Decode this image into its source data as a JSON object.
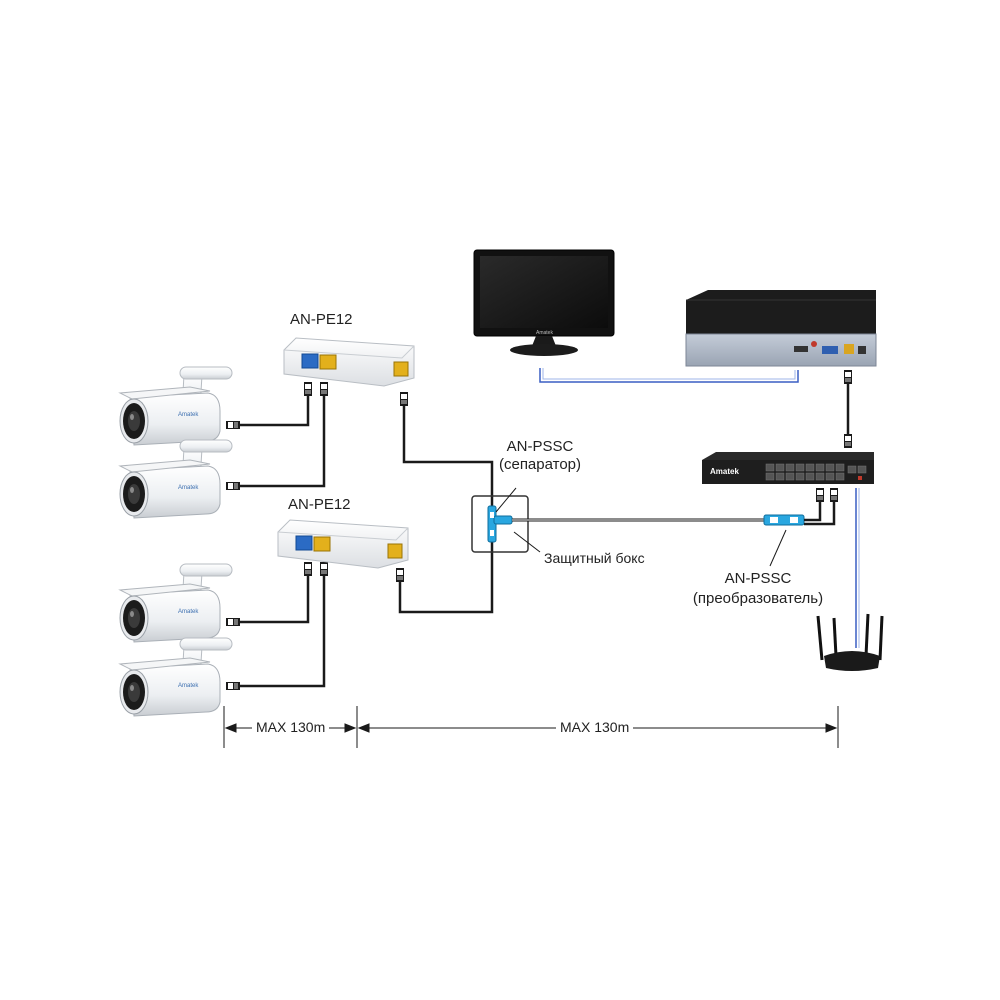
{
  "labels": {
    "injector_top": "AN-PE12",
    "injector_bottom": "AN-PE12",
    "separator_name": "AN-PSSC",
    "separator_sub": "(сепаратор)",
    "protective_box": "Защитный бокс",
    "converter_name": "AN-PSSC",
    "converter_sub": "(преобразователь)",
    "dim_left": "MAX 130m",
    "dim_right": "MAX  130m",
    "camera_brand": "Amatek",
    "switch_brand": "Amatek"
  },
  "colors": {
    "cable": "#1a1a1a",
    "video_link": "#3a5fc4",
    "accent_blue": "#2aa7e0",
    "port_yellow": "#e8b31a"
  },
  "icons": [
    "bullet-camera-icon",
    "poe-injector-icon",
    "monitor-icon",
    "nvr-icon",
    "poe-switch-icon",
    "router-icon",
    "separator-icon",
    "converter-icon"
  ]
}
